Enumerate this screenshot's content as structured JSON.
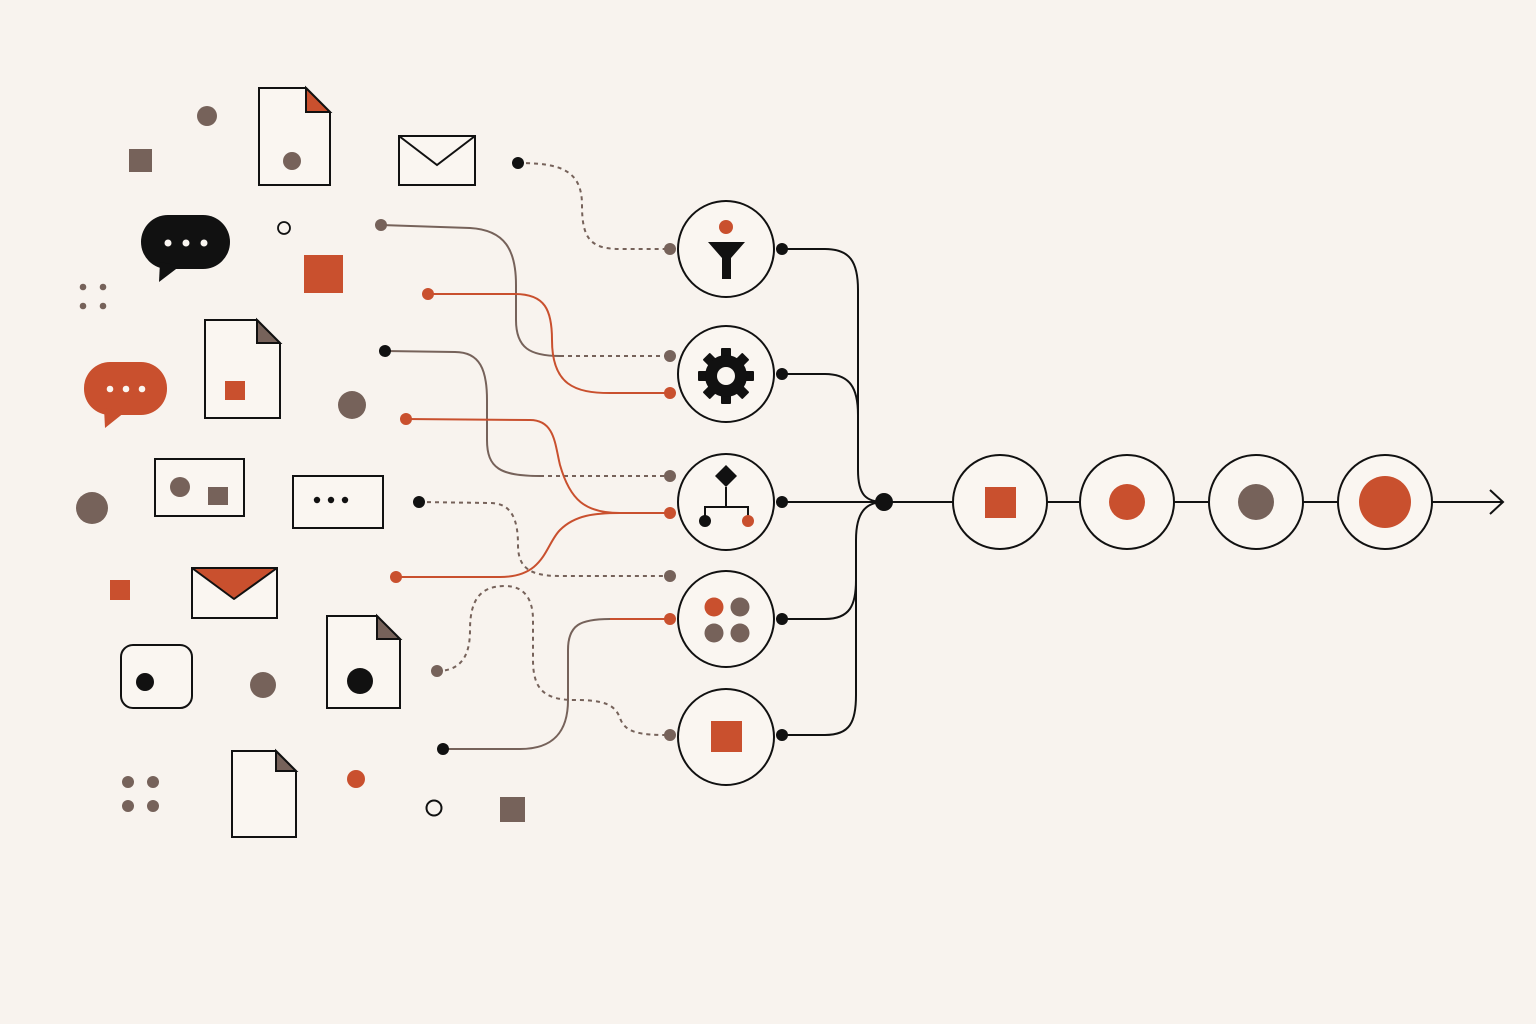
{
  "colors": {
    "background": "#f8f3ee",
    "ink": "#111111",
    "accent": "#c9502e",
    "taupe": "#76625a",
    "paper": "#faf6f1"
  },
  "sources": {
    "icons": [
      "document-icon",
      "mail-icon",
      "chat-bubble-icon",
      "square-icon",
      "dot-grid-icon",
      "document-icon",
      "chat-bubble-icon",
      "circle-icon",
      "card-icon",
      "ellipsis-card-icon",
      "mail-icon",
      "document-icon",
      "record-button-icon"
    ]
  },
  "processors": [
    {
      "icon": "filter-icon"
    },
    {
      "icon": "gear-icon"
    },
    {
      "icon": "decision-tree-icon"
    },
    {
      "icon": "dots-grid-icon"
    },
    {
      "icon": "square-icon"
    }
  ],
  "pipeline": {
    "stages": [
      {
        "shape": "square",
        "color": "accent"
      },
      {
        "shape": "circle",
        "color": "accent"
      },
      {
        "shape": "circle",
        "color": "taupe"
      },
      {
        "shape": "circle",
        "color": "accent"
      }
    ],
    "end": "arrow-icon"
  }
}
